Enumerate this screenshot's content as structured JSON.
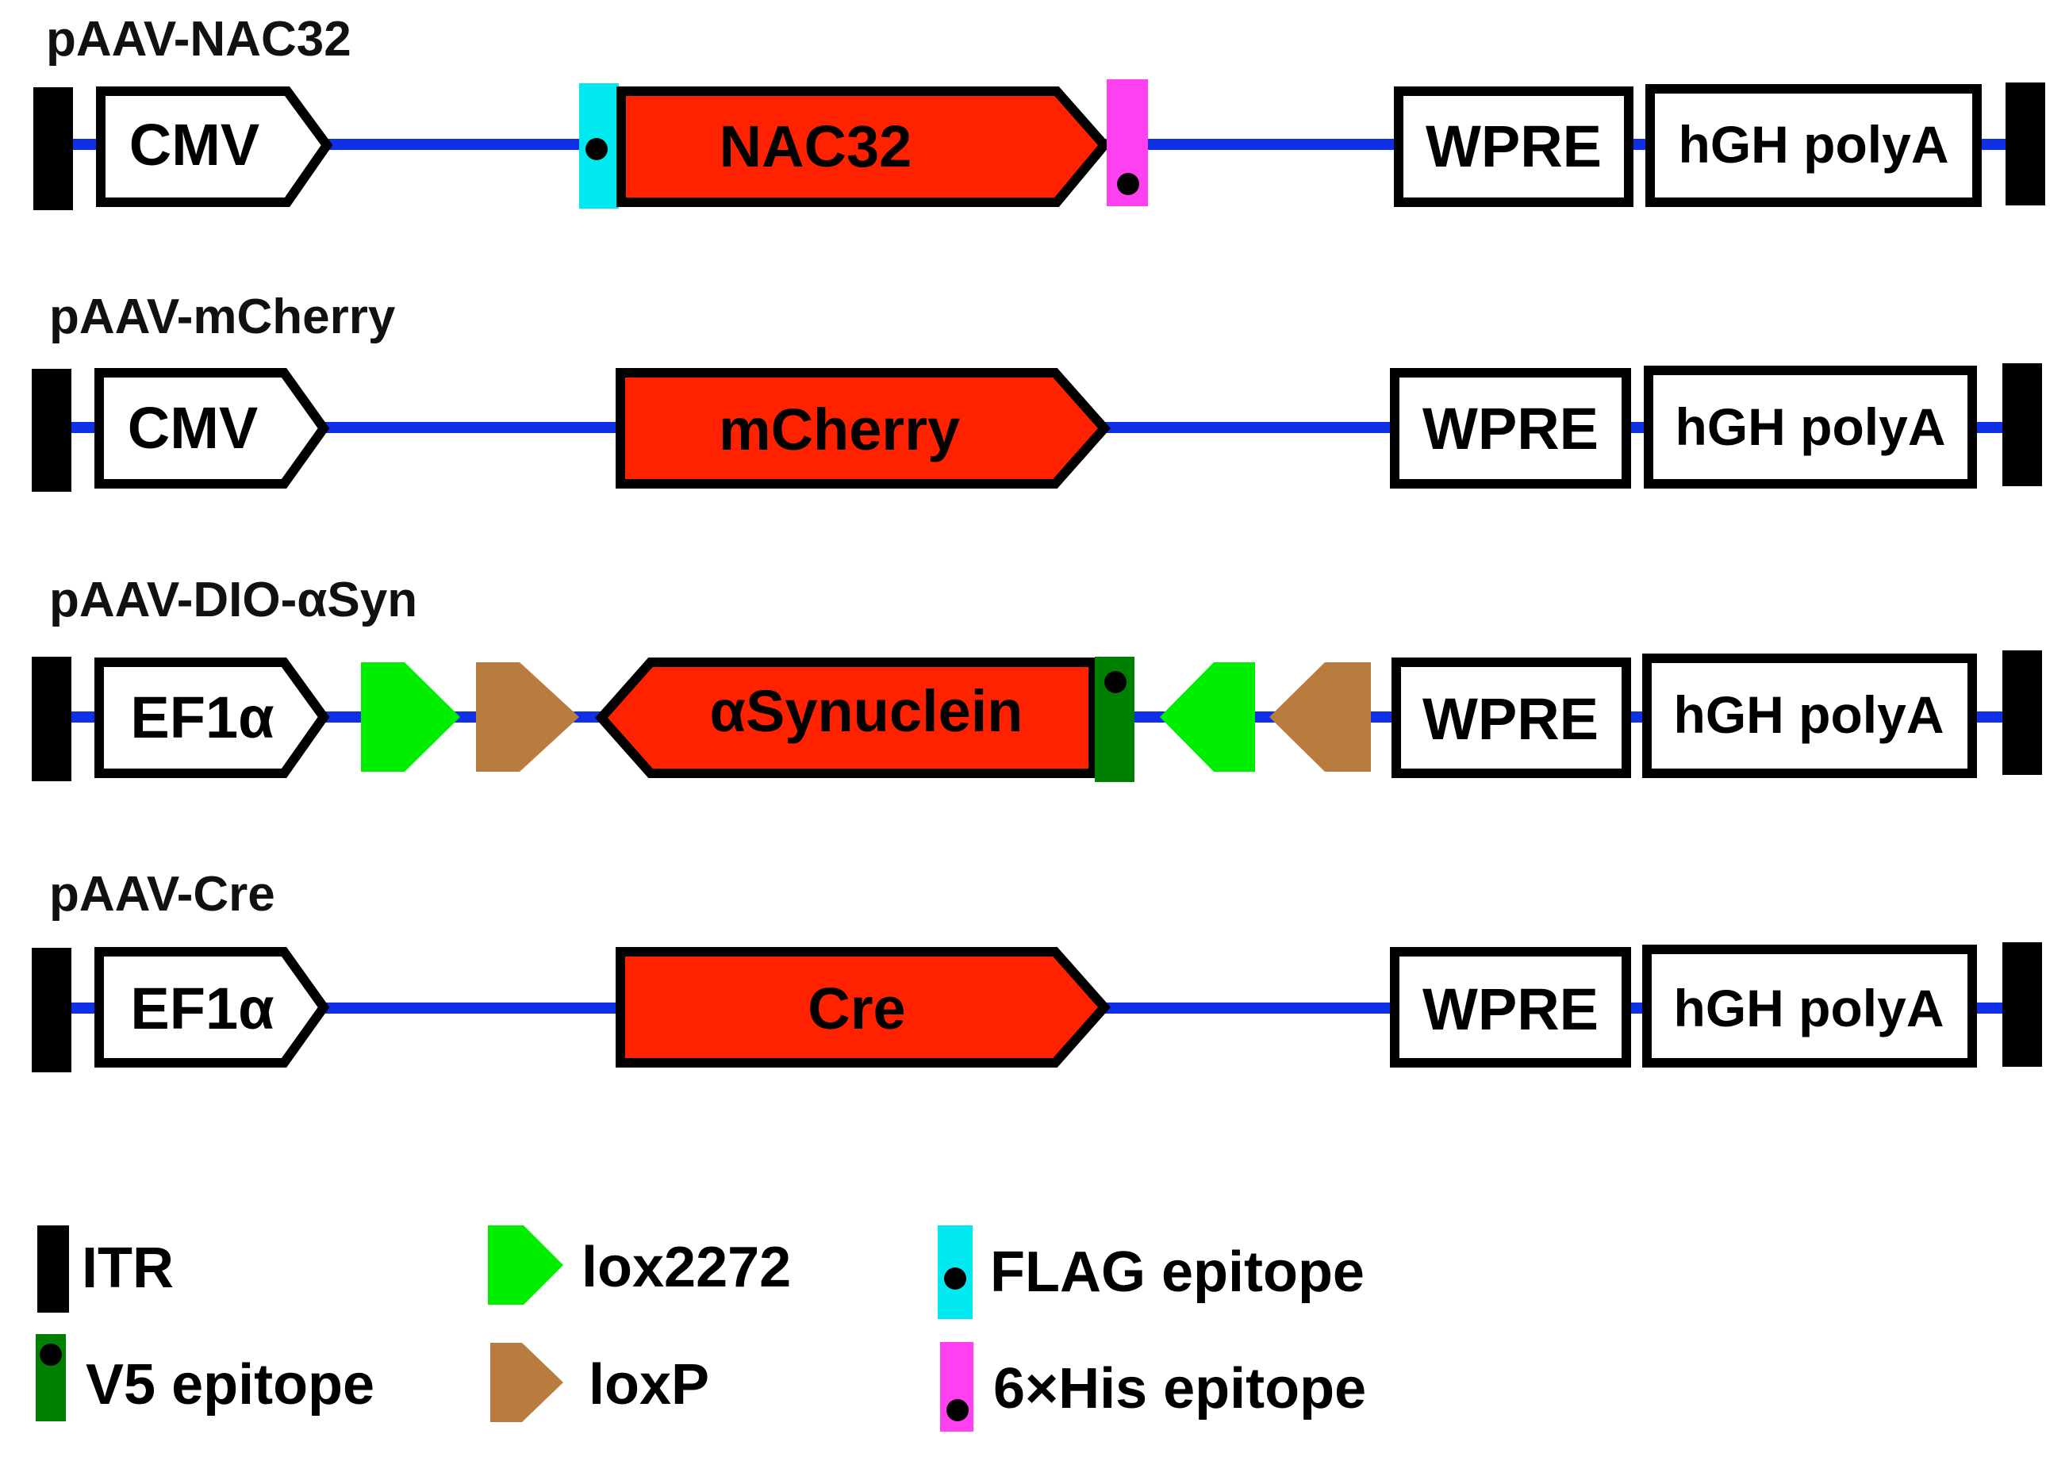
{
  "colors": {
    "backbone": "#1030e8",
    "itr": "#000000",
    "gene": "#ff2200",
    "flag": "#00e8f0",
    "his": "#ff40f0",
    "v5": "#008000",
    "lox2272": "#00ee00",
    "loxp": "#b87d3e"
  },
  "constructs": [
    {
      "title": "pAAV-NAC32",
      "promoter": "CMV",
      "gene": "NAC32",
      "wpre": "WPRE",
      "polya": "hGH polyA"
    },
    {
      "title": "pAAV-mCherry",
      "promoter": "CMV",
      "gene": "mCherry",
      "wpre": "WPRE",
      "polya": "hGH polyA"
    },
    {
      "title": "pAAV-DIO-αSyn",
      "promoter": "EF1α",
      "gene": "αSynuclein",
      "wpre": "WPRE",
      "polya": "hGH polyA"
    },
    {
      "title": "pAAV-Cre",
      "promoter": "EF1α",
      "gene": "Cre",
      "wpre": "WPRE",
      "polya": "hGH polyA"
    }
  ],
  "legend": {
    "itr": "ITR",
    "v5": "V5 epitope",
    "lox2272": "lox2272",
    "loxp": "loxP",
    "flag": "FLAG epitope",
    "his": "6×His epitope"
  }
}
